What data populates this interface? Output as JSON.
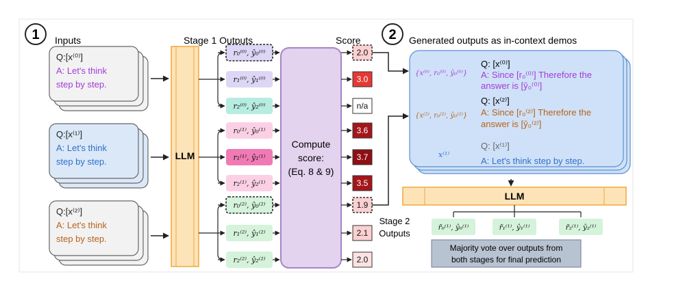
{
  "section1": {
    "number": "1",
    "title": "Inputs"
  },
  "section2": {
    "number": "2",
    "title": "Generated outputs as in-context demos"
  },
  "headers": {
    "stage1": "Stage 1 Outputs",
    "score": "Score",
    "stage2_line1": "Stage 2",
    "stage2_line2": "Outputs"
  },
  "inputs": [
    {
      "q": "Q:[x⁽⁰⁾]",
      "a1": "A: Let's think",
      "a2": "step by step.",
      "color": "#a23bd8",
      "fill": "#f2f2f2"
    },
    {
      "q": "Q:[x⁽¹⁾]",
      "a1": "A: Let's think",
      "a2": "step by step.",
      "color": "#2f6fc8",
      "fill": "#dbe8f8"
    },
    {
      "q": "Q:[x⁽²⁾]",
      "a1": "A: Let's think",
      "a2": "step by step.",
      "color": "#b5631a",
      "fill": "#f2f2f2"
    }
  ],
  "llm": {
    "label": "LLM"
  },
  "outputs": [
    {
      "text": "r₀⁽⁰⁾, ŷ₀⁽⁰⁾",
      "fill": "#ddd6f5",
      "dashed": true
    },
    {
      "text": "r₁⁽⁰⁾, ŷ₁⁽⁰⁾",
      "fill": "#ddd6f5",
      "dashed": false
    },
    {
      "text": "r₂⁽⁰⁾, ŷ₂⁽⁰⁾",
      "fill": "#b7ece0",
      "dashed": false
    },
    {
      "text": "r₀⁽¹⁾, ŷ₀⁽¹⁾",
      "fill": "#fbd0e4",
      "dashed": false
    },
    {
      "text": "r₁⁽¹⁾, ŷ₁⁽¹⁾",
      "fill": "#f07ab4",
      "dashed": false
    },
    {
      "text": "r₂⁽¹⁾, ŷ₂⁽¹⁾",
      "fill": "#fbd0e4",
      "dashed": false
    },
    {
      "text": "r₀⁽²⁾, ŷ₀⁽²⁾",
      "fill": "#d4f3da",
      "dashed": true
    },
    {
      "text": "r₁⁽²⁾, ŷ₁⁽²⁾",
      "fill": "#d4f3da",
      "dashed": false
    },
    {
      "text": "r₂⁽²⁾, ŷ₂⁽²⁾",
      "fill": "#d4f3da",
      "dashed": false
    }
  ],
  "compute": {
    "line1": "Compute",
    "line2": "score:",
    "line3": "(Eq. 8 & 9)"
  },
  "scores": [
    {
      "value": "2.0",
      "fill": "#fbd0d0",
      "text": "#111111",
      "dashed": true
    },
    {
      "value": "3.0",
      "fill": "#e53935",
      "text": "#ffffff",
      "dashed": false
    },
    {
      "value": "n/a",
      "fill": "#ffffff",
      "text": "#111111",
      "dashed": false
    },
    {
      "value": "3.6",
      "fill": "#a4161a",
      "text": "#ffffff",
      "dashed": false
    },
    {
      "value": "3.7",
      "fill": "#8e0f14",
      "text": "#ffffff",
      "dashed": false
    },
    {
      "value": "3.5",
      "fill": "#a4161a",
      "text": "#ffffff",
      "dashed": false
    },
    {
      "value": "1.9",
      "fill": "#fbd0d0",
      "text": "#111111",
      "dashed": true
    },
    {
      "value": "2.1",
      "fill": "#fbd0d0",
      "text": "#111111",
      "dashed": false
    },
    {
      "value": "2.0",
      "fill": "#fde2e2",
      "text": "#111111",
      "dashed": false
    }
  ],
  "demo": {
    "item1": {
      "tuple": "{x⁽⁰⁾, r₀⁽⁰⁾, ŷ₀⁽⁰⁾}",
      "q": "Q: [x⁽⁰⁾]",
      "a1": "A: Since [r₀⁽⁰⁾] Therefore the",
      "a2": "answer is [ŷ₀⁽⁰⁾]",
      "color": "#a23bd8"
    },
    "item2": {
      "tuple": "{x⁽²⁾, r₀⁽²⁾, ŷ₀⁽²⁾}",
      "q": "Q: [x⁽²⁾]",
      "a1": "A: Since [r₀⁽²⁾] Therefore the",
      "a2": "answer is [ŷ₀⁽²⁾]",
      "color": "#b5631a"
    },
    "query": {
      "x": "x⁽¹⁾",
      "q": "Q: [x⁽¹⁾]",
      "a": "A: Let's think step by step.",
      "color": "#2f6fc8"
    }
  },
  "llm2": {
    "label": "LLM"
  },
  "stage2_outputs": [
    "r̃₀⁽¹⁾, ŷ₀⁽¹⁾",
    "r̃₁⁽¹⁾, ŷ₁⁽¹⁾",
    "r̃₂⁽¹⁾, ŷ₂⁽¹⁾"
  ],
  "majority": {
    "line1": "Majority vote over outputs from",
    "line2": "both stages for final prediction"
  },
  "colors": {
    "llm_fill": "#fde3b8",
    "llm_stroke": "#f0a83c",
    "compute_fill": "#e3d3ee",
    "compute_stroke": "#a585c6",
    "demo_fill": "#cfe1f8",
    "majority_fill": "#b7c3d1",
    "stage2_fill": "#d4f3da"
  }
}
